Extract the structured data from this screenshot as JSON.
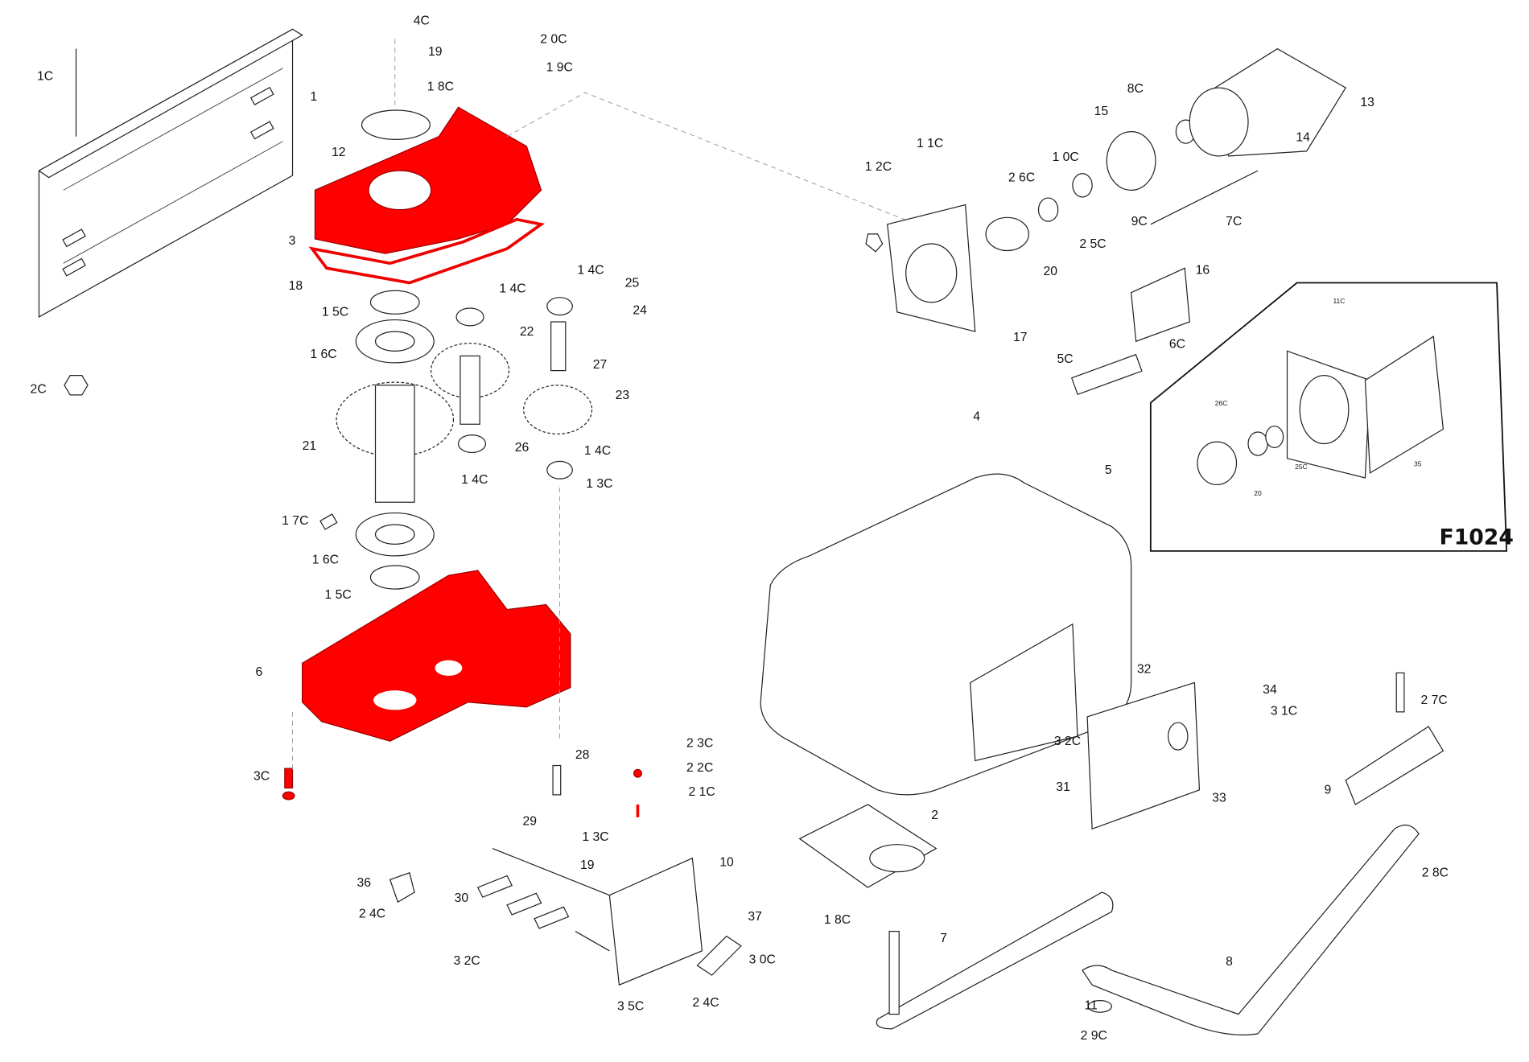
{
  "diagram": {
    "title_code": "F1024",
    "highlight_color": "#ff0000",
    "labels": [
      "1C",
      "4C",
      "19",
      "2 0C",
      "1 9C",
      "1 8C",
      "1",
      "12",
      "3",
      "18",
      "1 5C",
      "1 6C",
      "1 4C",
      "1 4C",
      "25",
      "24",
      "22",
      "27",
      "23",
      "21",
      "26",
      "1 4C",
      "1 4C",
      "1 3C",
      "1 7C",
      "1 6C",
      "1 5C",
      "2C",
      "6",
      "3C",
      "28",
      "2 3C",
      "2 2C",
      "2 1C",
      "29",
      "1 3C",
      "19",
      "10",
      "36",
      "30",
      "2 4C",
      "37",
      "3 2C",
      "3 0C",
      "3 5C",
      "2 4C",
      "2",
      "1 8C",
      "7",
      "8",
      "11",
      "2 9C",
      "9",
      "2 8C",
      "2 7C",
      "34",
      "3 1C",
      "33",
      "32",
      "3 2C",
      "31",
      "4",
      "5",
      "13",
      "14",
      "15",
      "8C",
      "1 0C",
      "2 6C",
      "1 1C",
      "1 2C",
      "9C",
      "7C",
      "2 5C",
      "20",
      "17",
      "16",
      "6C",
      "5C"
    ],
    "inset_labels": [
      "11C",
      "26C",
      "25C",
      "20",
      "35"
    ]
  }
}
